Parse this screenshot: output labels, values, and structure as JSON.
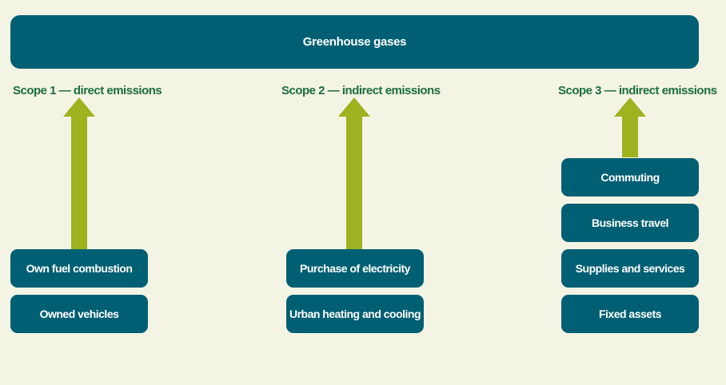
{
  "header": {
    "title": "Greenhouse gases"
  },
  "scopes": [
    {
      "label": "Scope 1 — direct emissions",
      "sources": [
        "Own fuel combustion",
        "Owned vehicles"
      ]
    },
    {
      "label": "Scope 2 — indirect emissions",
      "sources": [
        "Purchase of electricity",
        "Urban heating and cooling"
      ]
    },
    {
      "label": "Scope 3 — indirect emissions",
      "sources": [
        "Commuting",
        "Business travel",
        "Supplies and services",
        "Fixed assets"
      ]
    }
  ],
  "colors": {
    "box": "#005f73",
    "label": "#1c6e3d",
    "arrow": "#9fb21f",
    "background": "#f3f4e4"
  }
}
